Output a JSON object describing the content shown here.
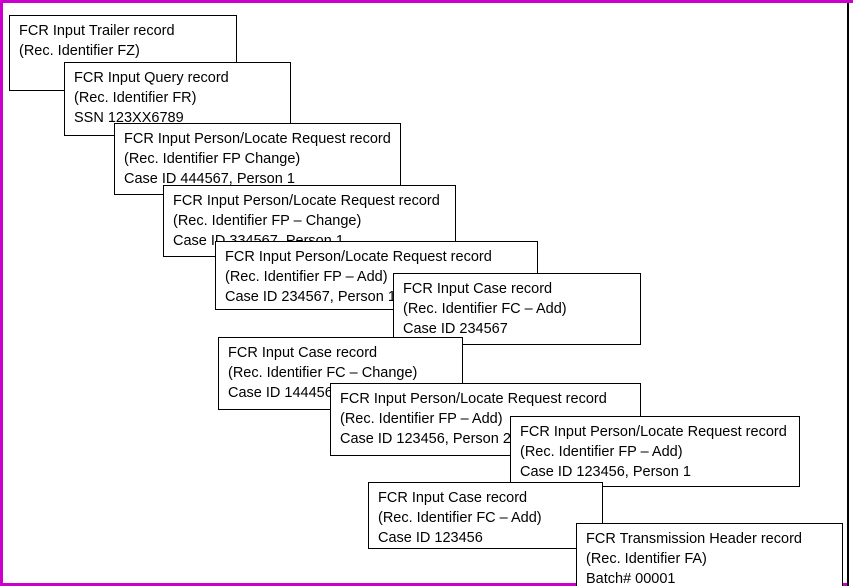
{
  "frame": {
    "accent_color": "#CC00CC",
    "edge_line_color": "#000000"
  },
  "boxes": [
    {
      "lines": [
        "FCR Input Trailer record",
        "(Rec. Identifier FZ)"
      ]
    },
    {
      "lines": [
        "FCR Input Query record",
        "(Rec. Identifier FR)",
        "SSN 123XX6789"
      ]
    },
    {
      "lines": [
        "FCR Input Person/Locate Request record",
        "(Rec. Identifier FP Change)",
        "Case ID 444567, Person 1"
      ]
    },
    {
      "lines": [
        "FCR Input Person/Locate Request record",
        "(Rec. Identifier FP – Change)",
        "Case ID 334567, Person 1"
      ]
    },
    {
      "lines": [
        "FCR Input Person/Locate Request record",
        "(Rec. Identifier FP – Add)",
        "Case ID 234567, Person 1"
      ]
    },
    {
      "lines": [
        "FCR Input Case record",
        "(Rec. Identifier FC – Add)",
        "Case ID 234567"
      ]
    },
    {
      "lines": [
        "FCR Input Case record",
        "(Rec. Identifier FC – Change)",
        "Case ID 144456"
      ]
    },
    {
      "lines": [
        "FCR Input Person/Locate Request record",
        "(Rec. Identifier FP – Add)",
        "Case ID 123456, Person 2"
      ]
    },
    {
      "lines": [
        "FCR Input Person/Locate Request record",
        "(Rec. Identifier FP – Add)",
        "Case ID 123456, Person 1"
      ]
    },
    {
      "lines": [
        "FCR Input Case record",
        "(Rec. Identifier FC – Add)",
        "Case ID 123456"
      ]
    },
    {
      "lines": [
        "FCR Transmission Header record",
        "(Rec. Identifier FA)",
        "Batch# 00001"
      ]
    }
  ]
}
